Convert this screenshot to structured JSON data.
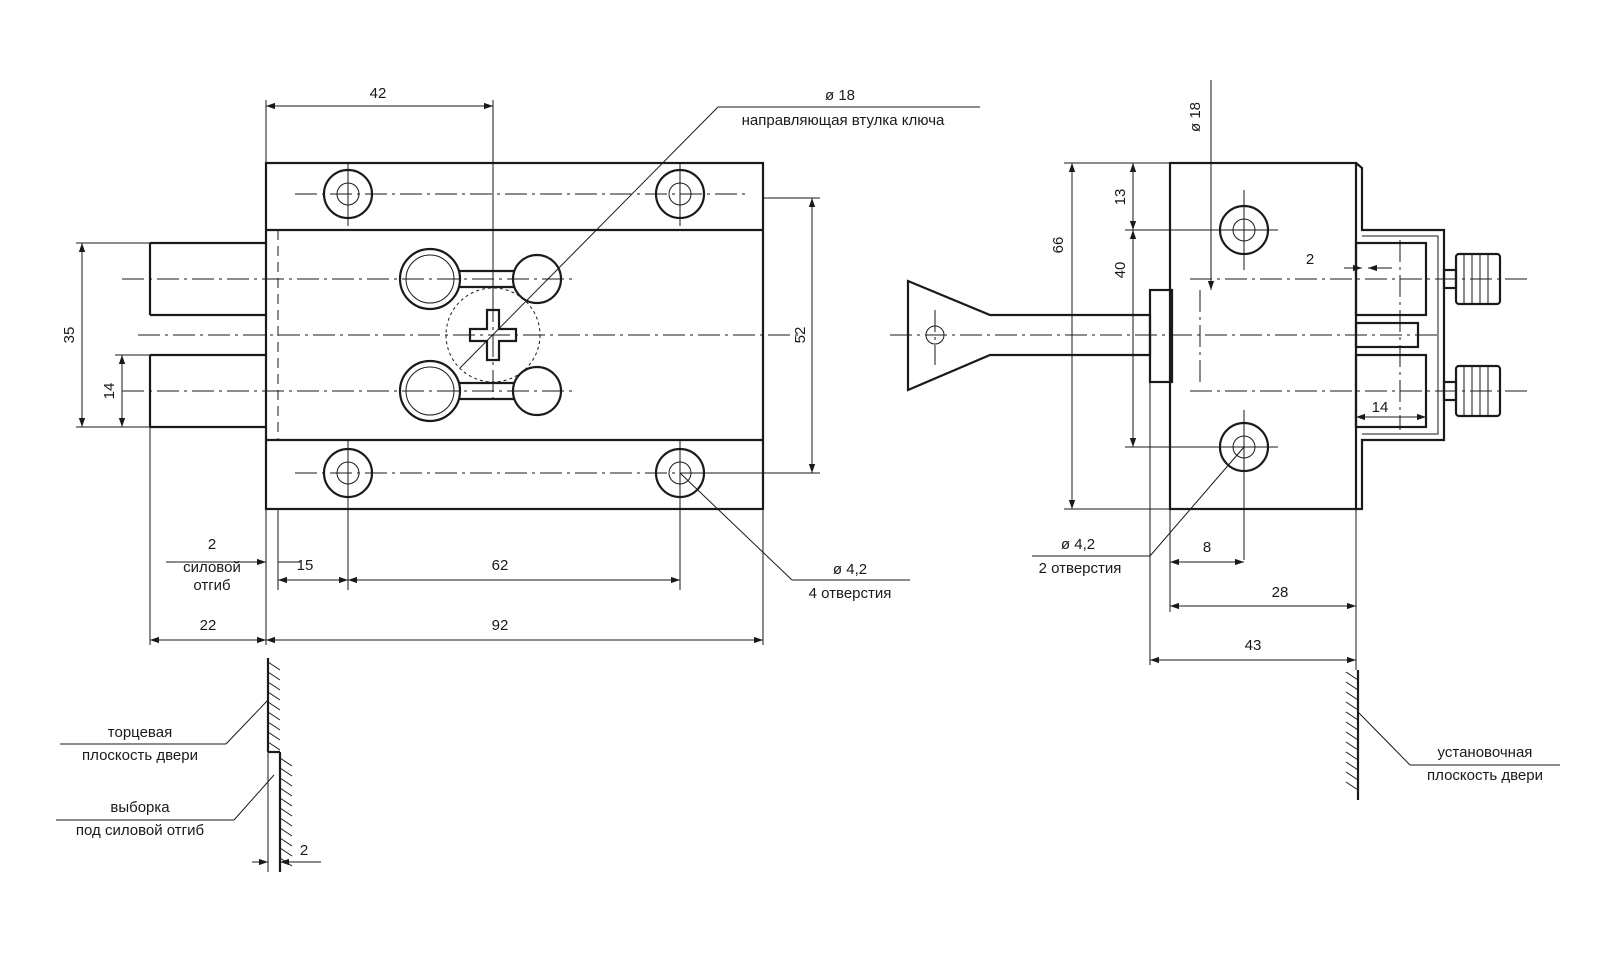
{
  "front_view": {
    "dim_42": "42",
    "dim_35": "35",
    "dim_14": "14",
    "dim_52": "52",
    "dim_2_force_bend": "2",
    "force_bend_line1": "силовой",
    "force_bend_line2": "отгиб",
    "dim_15": "15",
    "dim_62": "62",
    "dim_22": "22",
    "dim_92": "92",
    "holes_dia": "ø 4,2",
    "holes_count": "4 отверстия",
    "bushing_dia": "ø 18",
    "bushing_label": "направляющая втулка ключа",
    "door_end_line1": "торцевая",
    "door_end_line2": "плоскость двери",
    "recess_line1": "выборка",
    "recess_line2": "под силовой отгиб",
    "dim_2_recess": "2"
  },
  "side_view": {
    "dia_18": "ø 18",
    "dim_13": "13",
    "dim_66": "66",
    "dim_40": "40",
    "dim_2": "2",
    "dim_14": "14",
    "holes_dia": "ø 4,2",
    "holes_count": "2 отверстия",
    "dim_8": "8",
    "dim_28": "28",
    "dim_43": "43",
    "mount_line1": "установочная",
    "mount_line2": "плоскость двери"
  }
}
